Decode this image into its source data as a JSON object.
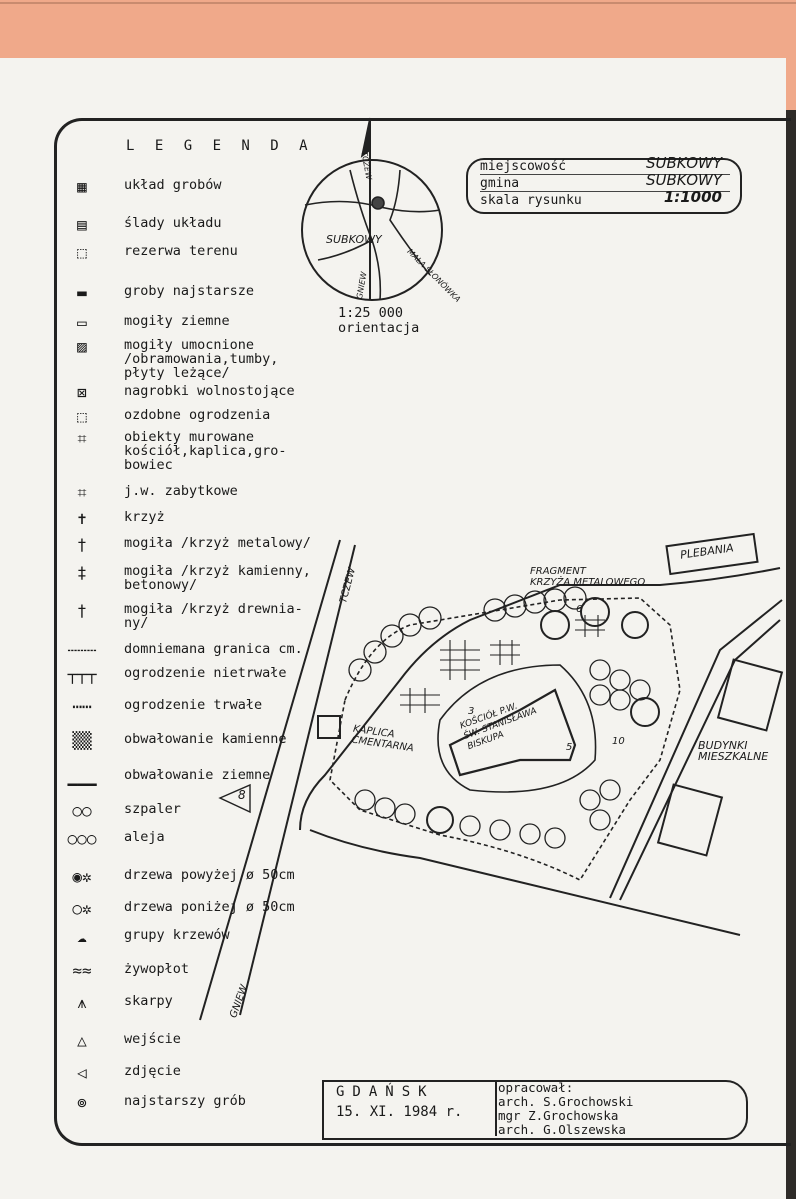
{
  "legend": {
    "title": "L E G E N D A",
    "items": [
      {
        "label": "układ grobów",
        "icon": "grid-graves-icon"
      },
      {
        "label": "ślady układu",
        "icon": "grid-traces-icon"
      },
      {
        "label": "rezerwa terenu",
        "icon": "reserve-area-icon"
      },
      {
        "label": "groby najstarsze",
        "icon": "oldest-graves-icon"
      },
      {
        "label": "mogiły ziemne",
        "icon": "earth-grave-icon"
      },
      {
        "label": "mogiły umocnione\n/obramowania,tumby,\npłyty leżące/",
        "icon": "reinforced-grave-icon"
      },
      {
        "label": "nagrobki wolnostojące",
        "icon": "freestanding-tombstone-icon"
      },
      {
        "label": "ozdobne ogrodzenia",
        "icon": "ornamental-fence-icon"
      },
      {
        "label": "obiekty murowane\nkościół,kaplica,gro-\nbowiec",
        "icon": "masonry-building-icon"
      },
      {
        "label": "j.w. zabytkowe",
        "icon": "historic-building-icon"
      },
      {
        "label": "krzyż",
        "icon": "cross-icon"
      },
      {
        "label": "mogiła /krzyż metalowy/",
        "icon": "metal-cross-icon"
      },
      {
        "label": "mogiła /krzyż kamienny,\nbetonowy/",
        "icon": "stone-cross-icon"
      },
      {
        "label": "mogiła /krzyż drewnia-\nny/",
        "icon": "wooden-cross-icon"
      },
      {
        "label": "domniemana granica cm.",
        "icon": "presumed-boundary-icon"
      },
      {
        "label": "ogrodzenie nietrwałe",
        "icon": "temporary-fence-icon"
      },
      {
        "label": "ogrodzenie trwałe",
        "icon": "permanent-fence-icon"
      },
      {
        "label": "obwałowanie kamienne",
        "icon": "stone-embankment-icon"
      },
      {
        "label": "obwałowanie ziemne",
        "icon": "earth-embankment-icon"
      },
      {
        "label": "szpaler",
        "icon": "tree-row-icon"
      },
      {
        "label": "aleja",
        "icon": "avenue-icon"
      },
      {
        "label": "drzewa powyżej ø 50cm",
        "icon": "large-tree-icon"
      },
      {
        "label": "drzewa poniżej ø 50cm",
        "icon": "small-tree-icon"
      },
      {
        "label": "grupy krzewów",
        "icon": "shrub-group-icon"
      },
      {
        "label": "żywopłot",
        "icon": "hedge-icon"
      },
      {
        "label": "skarpy",
        "icon": "slope-icon"
      },
      {
        "label": "wejście",
        "icon": "entrance-icon"
      },
      {
        "label": "zdjęcie",
        "icon": "photo-icon"
      },
      {
        "label": "najstarszy grób",
        "icon": "oldest-grave-icon"
      }
    ]
  },
  "info": {
    "locality_label": "miejscowość",
    "locality_value": "SUBKOWY",
    "commune_label": "gmina",
    "commune_value": "SUBKOWY",
    "scale_label": "skala rysunku",
    "scale_value": "1:1000"
  },
  "orientation": {
    "scale": "1:25 000",
    "label": "orientacja",
    "town": "SUBKOWY",
    "road_north": "TCZEW",
    "road_south": "GNIEW",
    "road_east": "MAŁA SŁONÓWKA"
  },
  "map_labels": {
    "plebania": "PLEBANIA",
    "fragment": "FRAGMENT\nKRZYŻA METALOWEGO",
    "kaplica": "KAPLICA\nCMENTARNA",
    "kosciol": "KOŚCIÓŁ P.W.\nŚW. STANISŁAWA\nBISKUPA",
    "budynki": "BUDYNKI\nMIESZKALNE",
    "tczew": "TCZEW",
    "gniew": "GNIEW",
    "photo_8": "8",
    "num_3": "3",
    "num_6": "6",
    "num_10": "10",
    "num_5": "5"
  },
  "footer": {
    "city": "GDAŃSK",
    "date": "15. XI. 1984 r.",
    "prepared_label": "opracował:",
    "author1": "arch. S.Grochowski",
    "author2": "mgr Z.Grochowska",
    "author3": "arch. G.Olszewska"
  }
}
